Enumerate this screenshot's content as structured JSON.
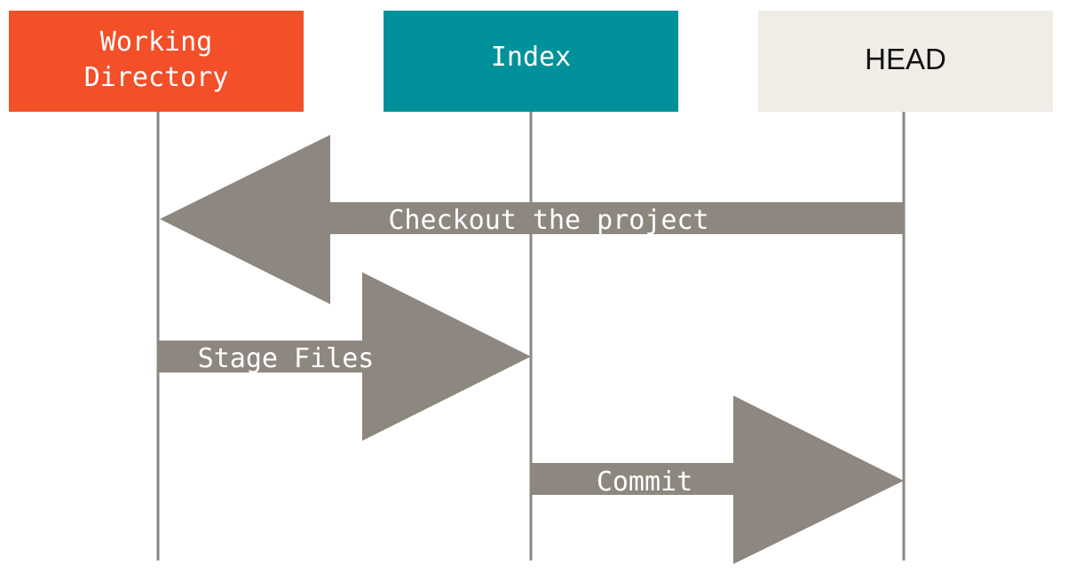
{
  "columns": [
    {
      "id": "working",
      "label_lines": [
        "Working",
        "Directory"
      ],
      "color": "#f34f29",
      "text_color": "#ffffff"
    },
    {
      "id": "index",
      "label_lines": [
        "Index"
      ],
      "color": "#00919a",
      "text_color": "#ffffff"
    },
    {
      "id": "head",
      "label_lines": [
        "HEAD"
      ],
      "color": "#efede6",
      "text_color": "#111111"
    }
  ],
  "arrows": [
    {
      "id": "checkout",
      "label": "Checkout the project",
      "from": "HEAD",
      "to": "Working Directory"
    },
    {
      "id": "stage",
      "label": "Stage Files",
      "from": "Working Directory",
      "to": "Index"
    },
    {
      "id": "commit",
      "label": "Commit",
      "from": "Index",
      "to": "HEAD"
    }
  ],
  "colors": {
    "arrow": "#8d8780",
    "lifeline": "#8d8780",
    "background": "#ffffff"
  }
}
